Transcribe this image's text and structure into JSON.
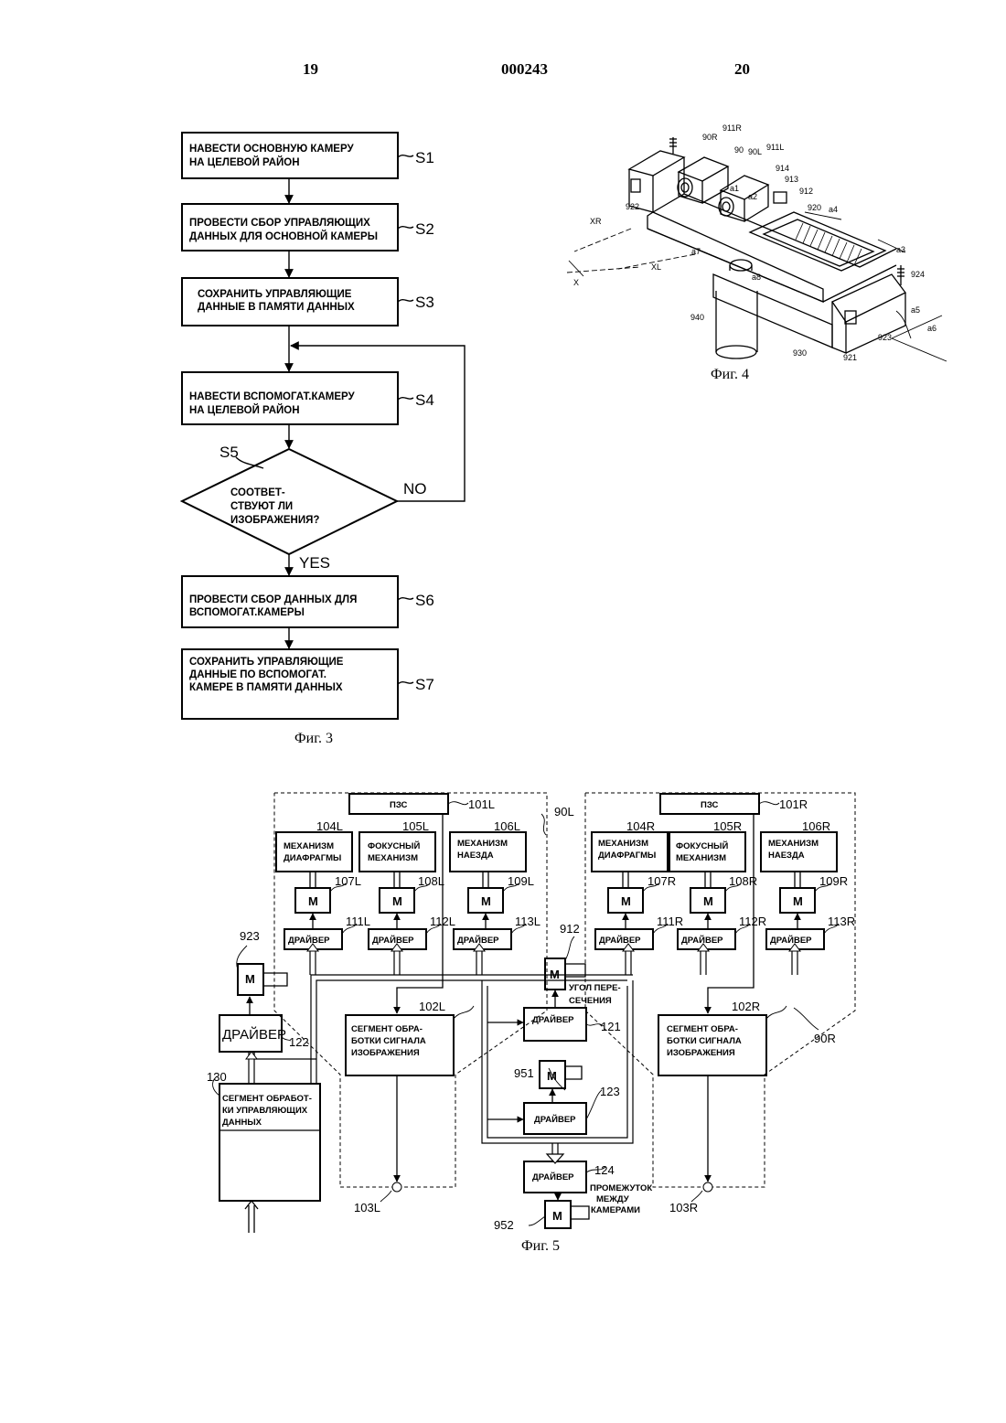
{
  "header": {
    "page_left": "19",
    "doc_number": "000243",
    "page_right": "20"
  },
  "fig3": {
    "caption": "Фиг. 3",
    "steps": [
      {
        "id": "S1",
        "lines": [
          "НАВЕСТИ ОСНОВНУЮ КАМЕРУ",
          "НА ЦЕЛЕВОЙ РАЙОН"
        ]
      },
      {
        "id": "S2",
        "lines": [
          "ПРОВЕСТИ СБОР УПРАВЛЯЮЩИХ",
          "ДАННЫХ ДЛЯ ОСНОВНОЙ КАМЕРЫ"
        ]
      },
      {
        "id": "S3",
        "lines": [
          "СОХРАНИТЬ УПРАВЛЯЮЩИЕ",
          "ДАННЫЕ В ПАМЯТИ ДАННЫХ"
        ]
      },
      {
        "id": "S4",
        "lines": [
          "НАВЕСТИ ВСПОМОГАТ.КАМЕРУ",
          "НА ЦЕЛЕВОЙ РАЙОН"
        ]
      },
      {
        "id": "S6",
        "lines": [
          "ПРОВЕСТИ СБОР ДАННЫХ ДЛЯ",
          "ВСПОМОГАТ.КАМЕРЫ"
        ]
      },
      {
        "id": "S7",
        "lines": [
          "СОХРАНИТЬ УПРАВЛЯЮЩИЕ",
          "ДАННЫЕ ПО ВСПОМОГАТ.",
          "КАМЕРЕ В ПАМЯТИ ДАННЫХ"
        ]
      }
    ],
    "decision": {
      "id": "S5",
      "lines": [
        "СООТВЕТ-",
        "СТВУЮТ ЛИ",
        "ИЗОБРАЖЕНИЯ?"
      ],
      "no": "NO",
      "yes": "YES"
    }
  },
  "fig4": {
    "caption": "Фиг. 4",
    "labels": [
      "911R",
      "90R",
      "90",
      "90L",
      "911L",
      "914",
      "913",
      "912",
      "a1",
      "a2",
      "922",
      "920",
      "a4",
      "a3",
      "XR",
      "a7",
      "XL",
      "a8",
      "X",
      "924",
      "940",
      "930",
      "921",
      "923",
      "a5",
      "a6"
    ]
  },
  "fig5": {
    "caption": "Фиг. 5",
    "ccd": "ПЗС",
    "mech_iris": [
      "МЕХАНИЗМ",
      "ДИАФРАГМЫ"
    ],
    "mech_focus": [
      "ФОКУСНЫЙ",
      "МЕХАНИЗМ"
    ],
    "mech_zoom": [
      "МЕХАНИЗМ",
      "НАЕЗДА"
    ],
    "motor": "M",
    "driver": "ДРАЙВЕР",
    "driver_122": "ДРАЙВЕР",
    "img_proc": [
      "СЕГМЕНТ ОБРА-",
      "БОТКИ СИГНАЛА",
      "ИЗОБРАЖЕНИЯ"
    ],
    "ctrl_proc": [
      "СЕГМЕНТ ОБРАБОТ-",
      "КИ УПРАВЛЯЮЩИХ",
      "ДАННЫХ"
    ],
    "cross_angle": [
      "УГОЛ ПЕРЕ-",
      "СЕЧЕНИЯ"
    ],
    "cam_gap": [
      "ПРОМЕЖУТОК",
      "МЕЖДУ",
      "КАМЕРАМИ"
    ],
    "refs": {
      "r101L": "101L",
      "r104L": "104L",
      "r105L": "105L",
      "r106L": "106L",
      "r90L": "90L",
      "r107L": "107L",
      "r108L": "108L",
      "r109L": "109L",
      "r111L": "111L",
      "r112L": "112L",
      "r113L": "113L",
      "r102L": "102L",
      "r103L": "103L",
      "r101R": "101R",
      "r104R": "104R",
      "r105R": "105R",
      "r106R": "106R",
      "r90R": "90R",
      "r107R": "107R",
      "r108R": "108R",
      "r109R": "109R",
      "r111R": "111R",
      "r112R": "112R",
      "r113R": "113R",
      "r102R": "102R",
      "r103R": "103R",
      "r923": "923",
      "r122": "122",
      "r130": "130",
      "r912": "912",
      "r121": "121",
      "r951": "951",
      "r123": "123",
      "r124": "124",
      "r952": "952"
    }
  }
}
